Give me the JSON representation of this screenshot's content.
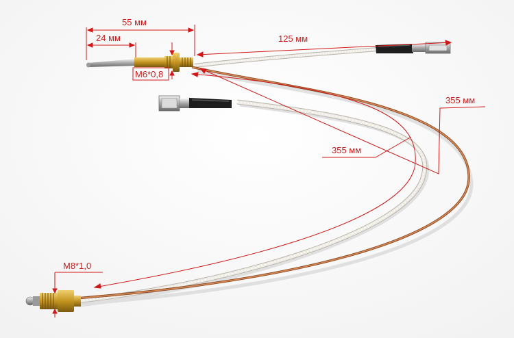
{
  "annotations": {
    "length_55": "55 мм",
    "length_24": "24 мм",
    "length_125": "125 мм",
    "thread_m6": "M6*0,8",
    "length_355_right": "355 мм",
    "length_355_left": "355 мм",
    "thread_m8": "M8*1,0"
  },
  "colors": {
    "annotation": "#d01818",
    "cable_white": "#ece9e2",
    "cable_copper": "#c06a3a",
    "brass": "#c8a030",
    "metal": "#b8b8b8",
    "sleeve": "#1e1e1e"
  }
}
